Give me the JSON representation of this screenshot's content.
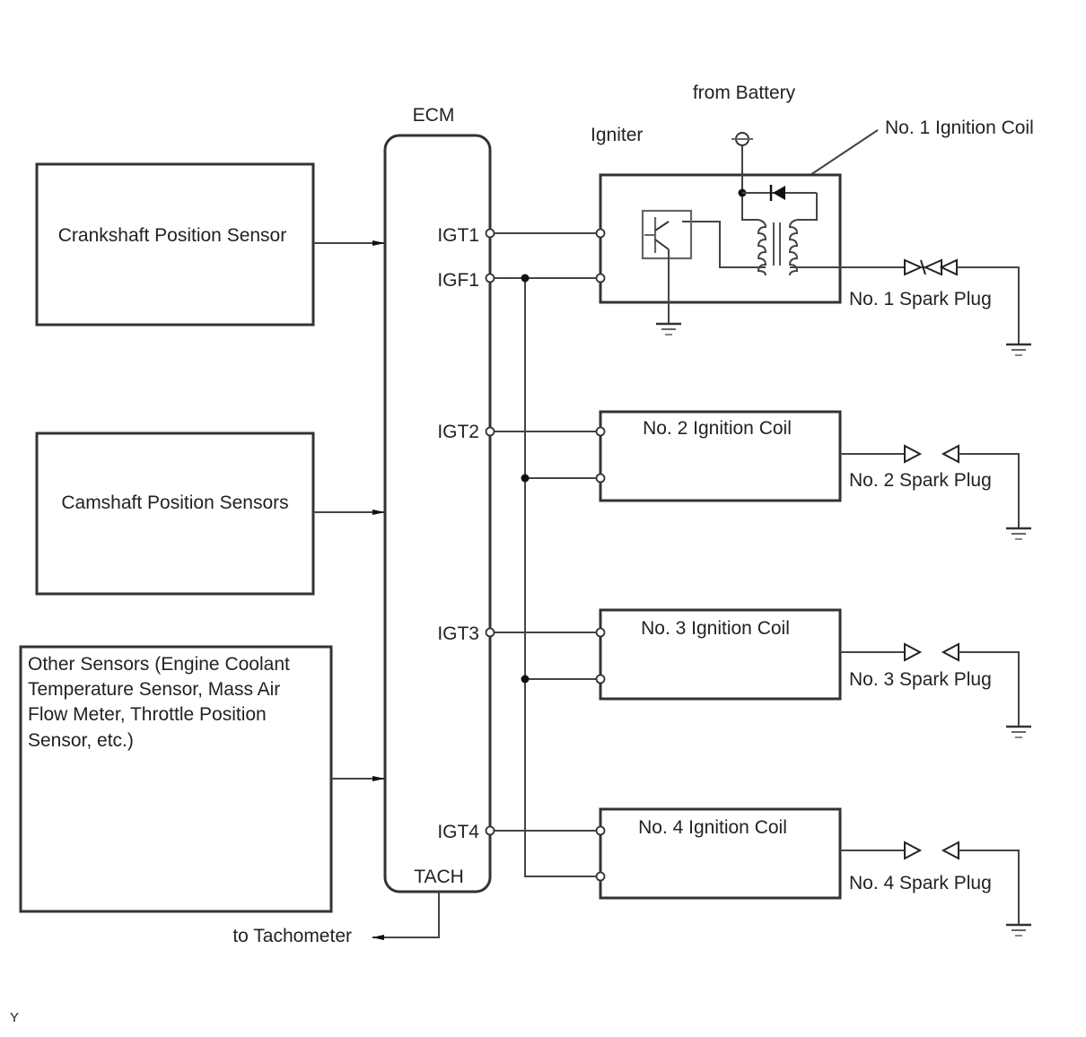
{
  "diagram": {
    "title": "Ignition system wiring diagram",
    "ecm": {
      "label": "ECM",
      "tach_label": "TACH"
    },
    "sensors": [
      {
        "label": "Crankshaft Position Sensor"
      },
      {
        "label": "Camshaft Position Sensors"
      },
      {
        "label_lines": [
          "Other Sensors (Engine Coolant",
          "Temperature Sensor, Mass Air",
          "Flow Meter, Throttle Position",
          "Sensor, etc.)"
        ]
      }
    ],
    "ecm_pins": [
      {
        "name": "IGT1"
      },
      {
        "name": "IGF1"
      },
      {
        "name": "IGT2"
      },
      {
        "name": "IGT3"
      },
      {
        "name": "IGT4"
      }
    ],
    "igniter_label": "Igniter",
    "battery_label": "from Battery",
    "coils": [
      {
        "label": "No. 1 Ignition Coil",
        "spark_plug": "No. 1 Spark Plug"
      },
      {
        "label": "No. 2 Ignition Coil",
        "spark_plug": "No. 2 Spark Plug"
      },
      {
        "label": "No. 3 Ignition Coil",
        "spark_plug": "No. 3 Spark Plug"
      },
      {
        "label": "No. 4 Ignition Coil",
        "spark_plug": "No. 4 Spark Plug"
      }
    ],
    "tachometer_label": "to Tachometer",
    "corner_mark": "Y"
  }
}
